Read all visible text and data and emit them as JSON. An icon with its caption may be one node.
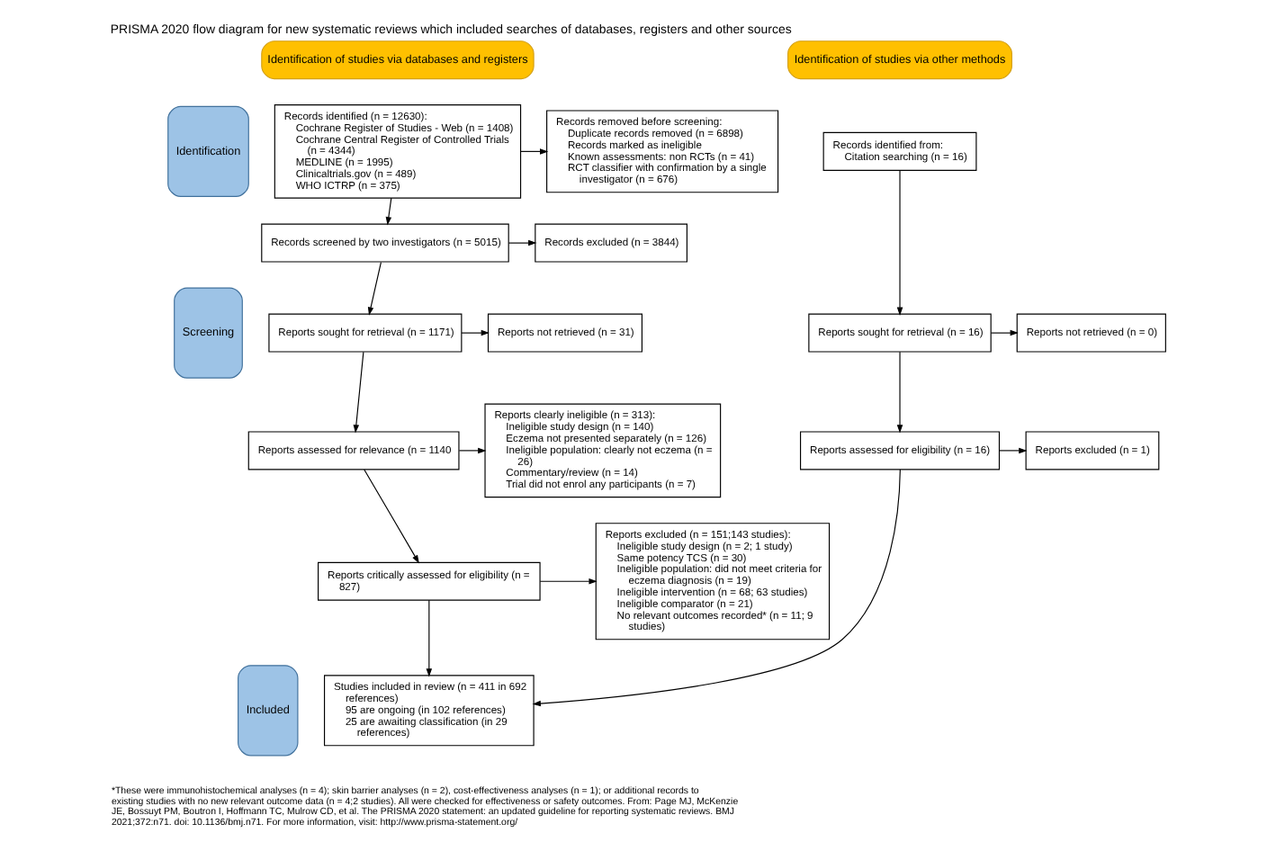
{
  "diagram": {
    "title": "PRISMA 2020 flow diagram for new systematic reviews which included searches of databases, registers and other sources",
    "caption": "*These were immunohistochemical analyses (n = 4); skin barrier analyses (n = 2), cost-effectiveness analyses (n = 1); or additional records to existing studies with no new relevant outcome data (n = 4;2 studies). All were checked for effectiveness or safety outcomes. From: Page MJ, McKenzie JE, Bossuyt PM, Boutron I, Hoffmann TC, Mulrow CD, et al. The PRISMA 2020 statement: an updated guideline for reporting systematic reviews. BMJ 2021;372:n71. doi: 10.1136/bmj.n71. For more information, visit: http://www.prisma-statement.org/",
    "nodes": [
      {
        "text": [
          "Identification of studies via databases and registers"
        ]
      },
      {
        "text": [
          "Identification of studies via other methods"
        ]
      },
      {
        "text": [
          "Identification"
        ]
      },
      {
        "text": [
          "Screening"
        ]
      },
      {
        "text": [
          "Included"
        ]
      },
      {
        "text": [
          "Records identified (n = 12630):",
          "Cochrane Register of Studies - Web (n = 1408)",
          "Cochrane Central Register of Controlled Trials (n = 4344)",
          "MEDLINE (n = 1995)",
          "Clinicaltrials.gov (n = 489)",
          "WHO ICTRP (n = 375)"
        ]
      },
      {
        "text": [
          "Records removed before screening:",
          "Duplicate records removed (n = 6898)",
          "Records marked as ineligible",
          "Known assessments: non RCTs (n = 41)",
          "RCT classifier with confirmation by a single investigator (n = 676)"
        ]
      },
      {
        "text": [
          "Records screened by two investigators (n = 5015)"
        ]
      },
      {
        "text": [
          "Records excluded (n = 3844)"
        ]
      },
      {
        "text": [
          "Reports sought for retrieval (n = 1171)"
        ]
      },
      {
        "text": [
          "Reports not retrieved (n = 31)"
        ]
      },
      {
        "text": [
          "Reports assessed for relevance (n = 1140"
        ]
      },
      {
        "text": [
          "Reports clearly ineligible (n = 313):",
          "Ineligible study design (n = 140)",
          "Eczema not presented separately (n = 126)",
          "Ineligible population: clearly not eczema (n = 26)",
          "Commentary/review (n = 14)",
          "Trial did not enrol any participants (n = 7)"
        ]
      },
      {
        "text": [
          "Reports critically assessed for eligibility (n = 827)"
        ]
      },
      {
        "text": [
          "Reports excluded (n = 151;143 studies):",
          "Ineligible study design (n = 2; 1 study)",
          "Same potency TCS (n = 30)",
          "Ineligible population: did not meet criteria for eczema diagnosis (n = 19)",
          "Ineligible intervention (n = 68; 63 studies)",
          "Ineligible comparator (n = 21)",
          "No relevant outcomes recorded* (n = 11; 9 studies)"
        ]
      },
      {
        "text": [
          "Studies included in review (n = 411 in 692 references)",
          "95 are ongoing (in 102 references)",
          "25 are awaiting classification (in 29 references)"
        ]
      },
      {
        "text": [
          "Records identified from:",
          "Citation searching (n = 16)"
        ]
      },
      {
        "text": [
          "Reports sought for retrieval (n = 16)"
        ]
      },
      {
        "text": [
          "Reports not retrieved (n = 0)"
        ]
      },
      {
        "text": [
          "Reports assessed for eligibility (n = 16)"
        ]
      },
      {
        "text": [
          "Reports excluded (n = 1)"
        ]
      }
    ],
    "edges": [
      {
        "from": 5,
        "to": 6,
        "arrow": "to"
      },
      {
        "from": 5,
        "to": 7,
        "arrow": "to"
      },
      {
        "from": 7,
        "to": 8,
        "arrow": "to"
      },
      {
        "from": 7,
        "to": 9,
        "arrow": "to"
      },
      {
        "from": 9,
        "to": 10,
        "arrow": "to"
      },
      {
        "from": 9,
        "to": 11,
        "arrow": "to"
      },
      {
        "from": 11,
        "to": 12,
        "arrow": "to"
      },
      {
        "from": 11,
        "to": 13,
        "arrow": "to"
      },
      {
        "from": 13,
        "to": 14,
        "arrow": "to"
      },
      {
        "from": 13,
        "to": 15,
        "arrow": "to"
      },
      {
        "from": 16,
        "to": 17,
        "arrow": "to"
      },
      {
        "from": 17,
        "to": 18,
        "arrow": "to"
      },
      {
        "from": 17,
        "to": 19,
        "arrow": "to"
      },
      {
        "from": 19,
        "to": 20,
        "arrow": "to"
      },
      {
        "from": 19,
        "to": 15,
        "arrow": "to"
      }
    ]
  }
}
